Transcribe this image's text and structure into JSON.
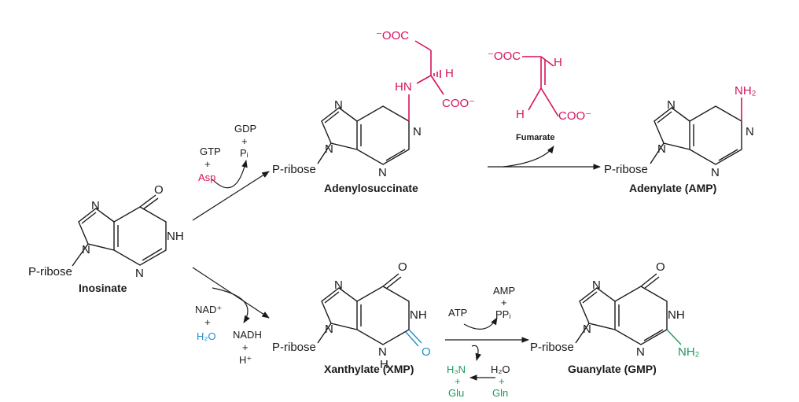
{
  "colors": {
    "pink": "#d6125d",
    "blue": "#1f8fcf",
    "green": "#1a9a5a",
    "ink": "#1a1a1a"
  },
  "atoms": {
    "N": "N",
    "NH": "NH",
    "O": "O",
    "HN": "HN",
    "H": "H"
  },
  "inosinate": {
    "name": "Inosinate",
    "sugar": "P-ribose"
  },
  "adenylosuccinate": {
    "name": "Adenylosuccinate",
    "sugar": "P-ribose",
    "ooc": "⁻OOC",
    "coo": "COO⁻",
    "h": "H",
    "hn": "HN"
  },
  "adenylate": {
    "name": "Adenylate (AMP)",
    "sugar": "P-ribose",
    "nh2": "NH₂"
  },
  "xanthylate": {
    "name": "Xanthylate (XMP)",
    "sugar": "P-ribose"
  },
  "guanylate": {
    "name": "Guanylate (GMP)",
    "sugar": "P-ribose",
    "nh2": "NH₂"
  },
  "fumarate": {
    "name": "Fumarate",
    "ooc": "⁻OOC",
    "coo": "COO⁻",
    "h": "H"
  },
  "step1": {
    "gtp": "GTP",
    "plus": "+",
    "asp": "Asp",
    "gdp": "GDP",
    "pi": "Pᵢ"
  },
  "step3": {
    "nad": "NAD⁺",
    "plus": "+",
    "h2o": "H₂O",
    "nadh": "NADH",
    "hplus": "H⁺"
  },
  "step4": {
    "atp": "ATP",
    "amp": "AMP",
    "plus": "+",
    "ppi": "PPᵢ",
    "h3n": "H₃N",
    "glu": "Glu",
    "h2o": "H₂O",
    "gln": "Gln"
  }
}
